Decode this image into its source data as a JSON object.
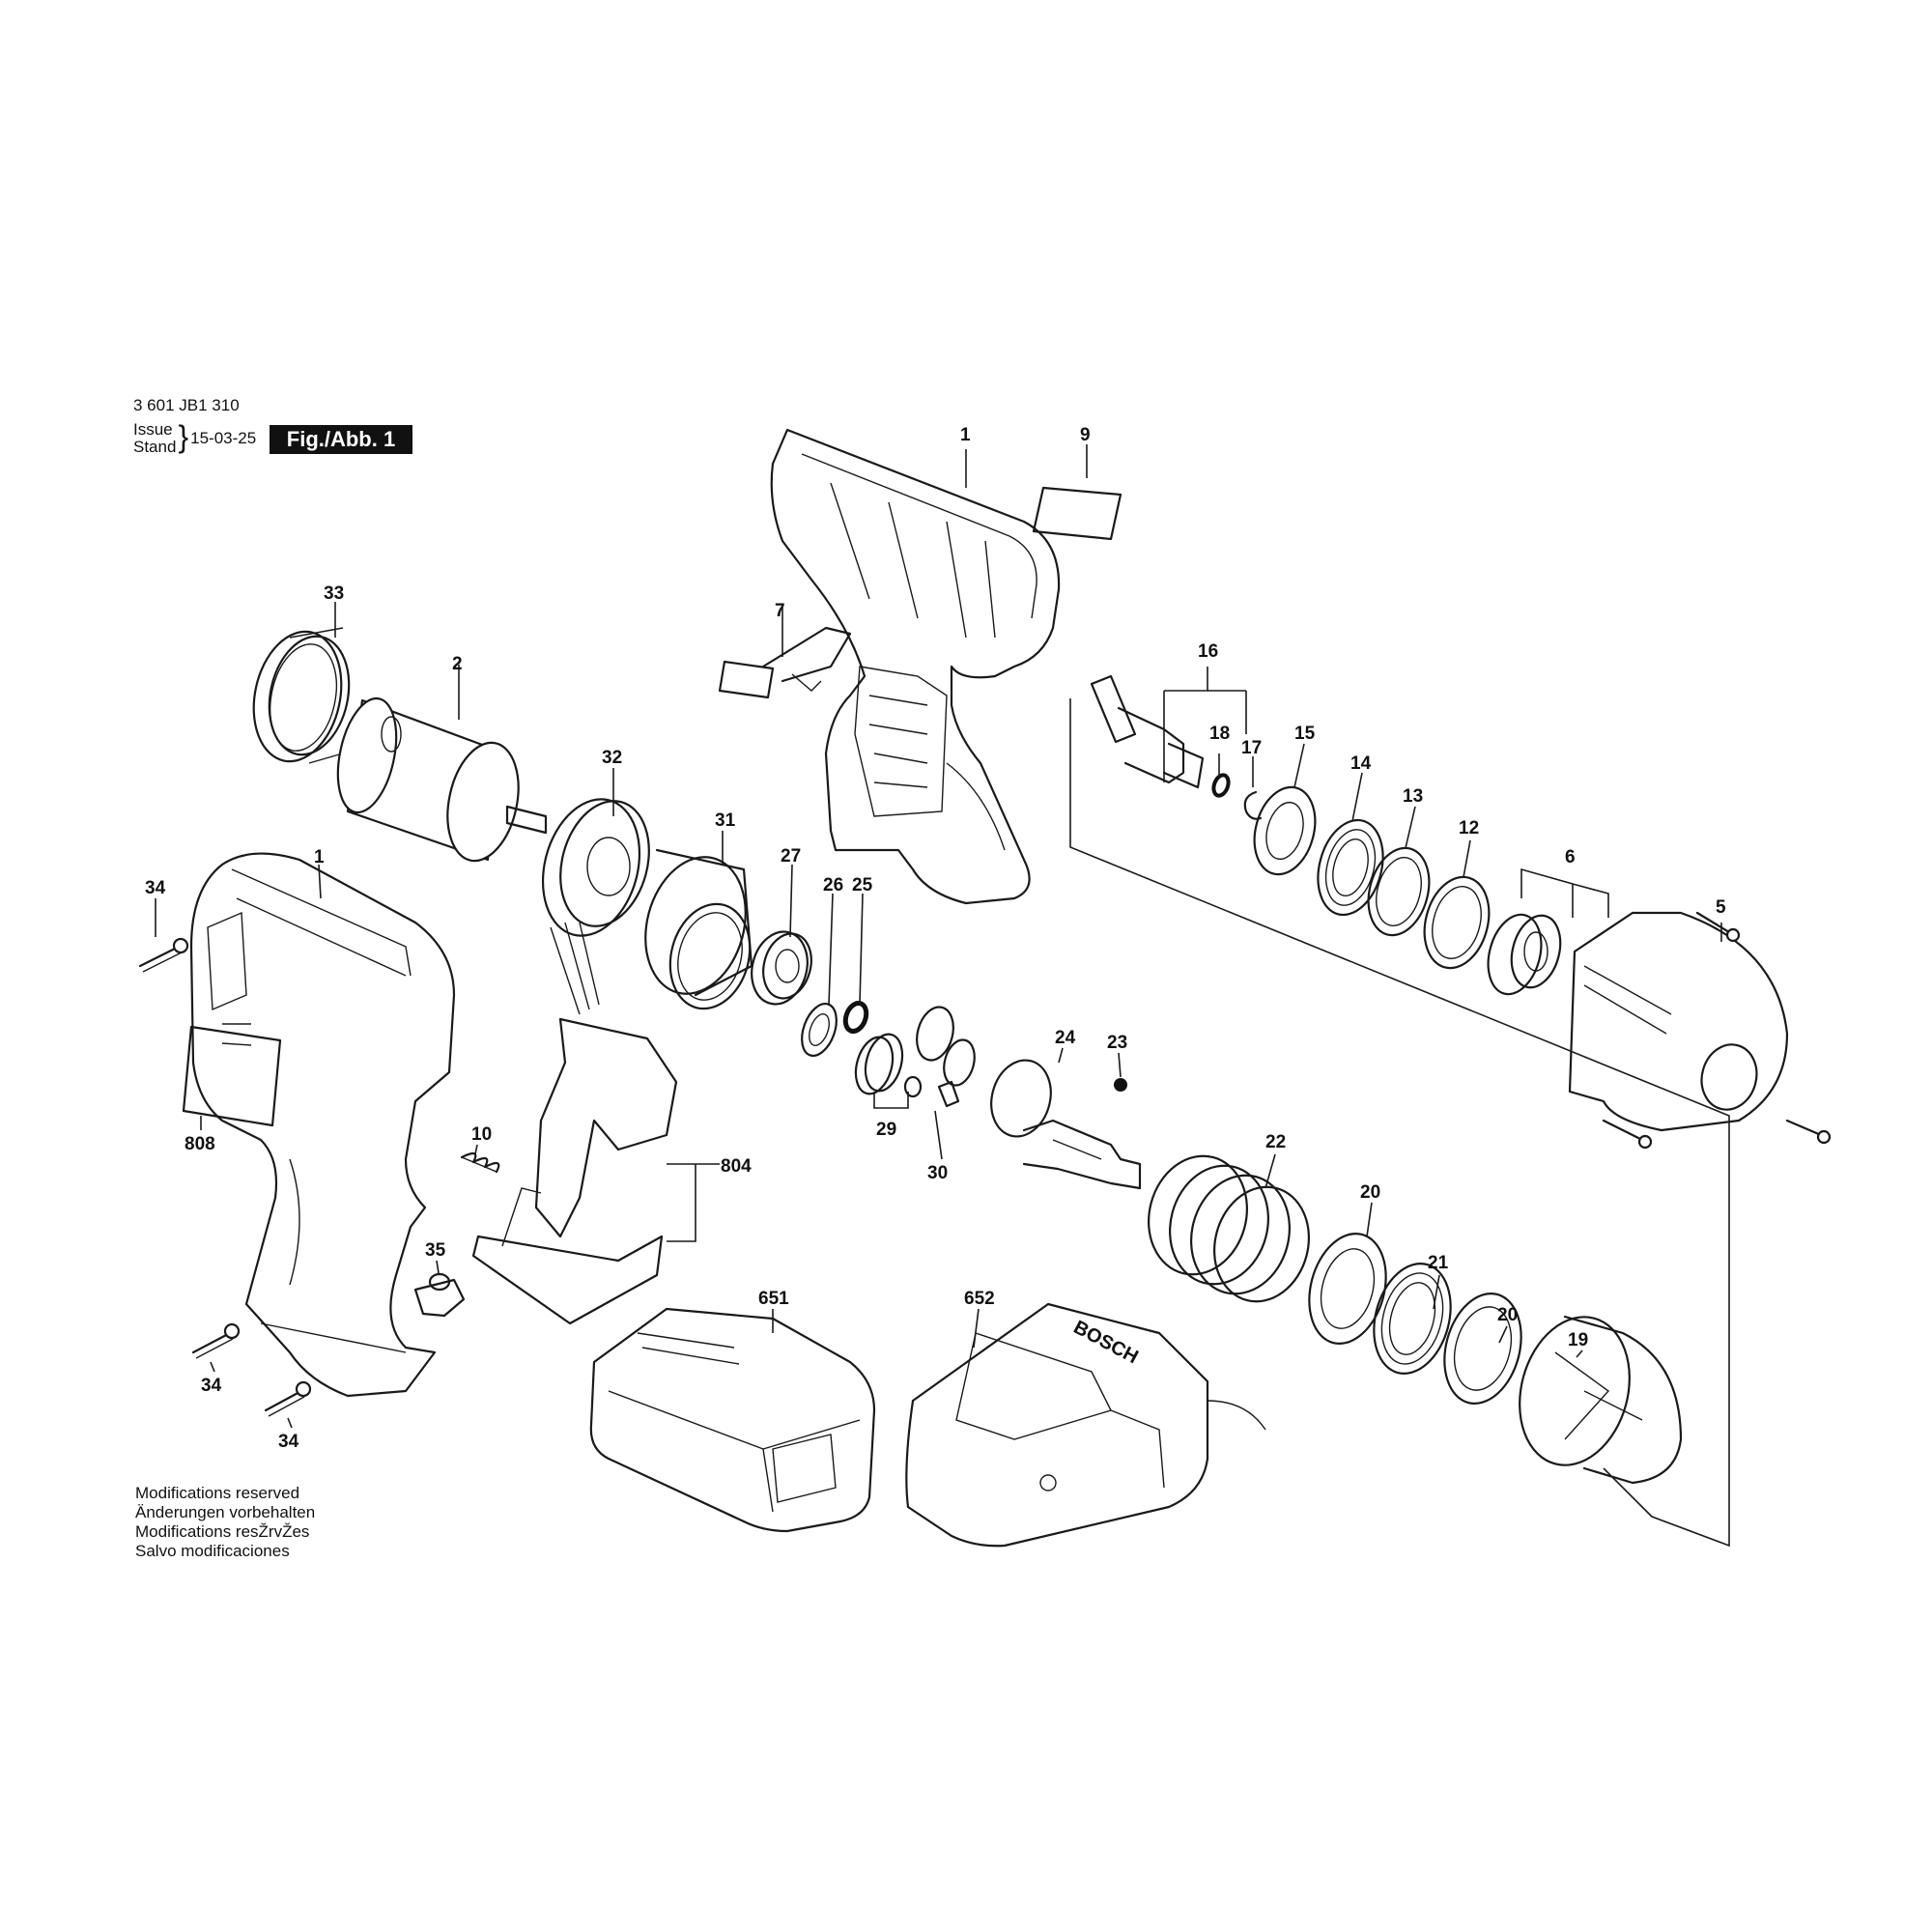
{
  "header": {
    "doc_number": "3 601 JB1 310",
    "issue_label": "Issue",
    "stand_label": "Stand",
    "date": "15-03-25",
    "figure_label": "Fig./Abb. 1"
  },
  "notes": [
    "Modifications reserved",
    "Änderungen vorbehalten",
    "Modifications resŽrvŽes",
    "Salvo modificaciones"
  ],
  "callouts": {
    "housing_right": "1",
    "label_plate_9": "9",
    "clip_7": "7",
    "ring_33": "33",
    "motor_2": "2",
    "shaft_group_16": "16",
    "oring_18": "18",
    "circlip_17": "17",
    "washer_15": "15",
    "bearing_14": "14",
    "ring_13": "13",
    "ring_12": "12",
    "support_32": "32",
    "gear_ring_31": "31",
    "bearing_27": "27",
    "washer_26": "26",
    "oring_25": "25",
    "screw_34_top": "34",
    "housing_left": "1",
    "anvil_group_6": "6",
    "screw_5": "5",
    "spindle_24": "24",
    "ball_23": "23",
    "planet_gears_29": "29",
    "pin_30": "30",
    "label_808": "808",
    "spring_10": "10",
    "switch_804": "804",
    "spring_22": "22",
    "washer_20_upper": "20",
    "bearing_21": "21",
    "washer_20_lower": "20",
    "button_35": "35",
    "battery_651": "651",
    "charger_652": "652",
    "hammer_19": "19",
    "screw_34_mid": "34",
    "screw_34_bottom": "34"
  },
  "charger_brand": "BOSCH"
}
